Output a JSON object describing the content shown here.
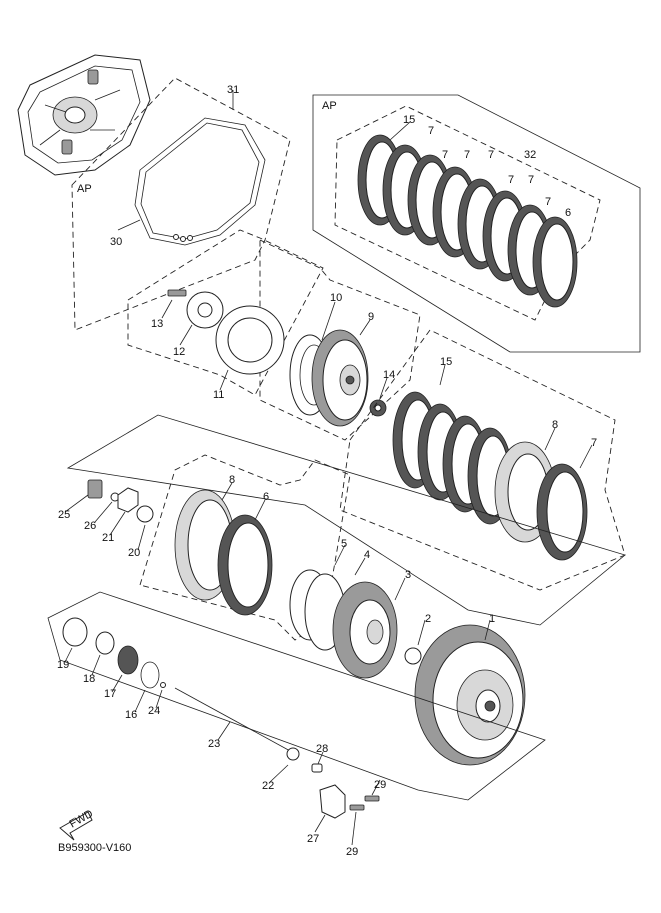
{
  "diagram": {
    "ap_labels": [
      "AP",
      "AP"
    ],
    "callouts": [
      "1",
      "2",
      "3",
      "4",
      "5",
      "6",
      "6",
      "7",
      "7",
      "7",
      "7",
      "7",
      "7",
      "7",
      "7",
      "8",
      "8",
      "9",
      "10",
      "11",
      "12",
      "13",
      "14",
      "15",
      "15",
      "16",
      "17",
      "18",
      "19",
      "20",
      "21",
      "22",
      "23",
      "24",
      "25",
      "26",
      "27",
      "28",
      "29",
      "29",
      "30",
      "31",
      "32"
    ],
    "fwd_label": "FWD",
    "drawing_code": "B959300-V160"
  }
}
